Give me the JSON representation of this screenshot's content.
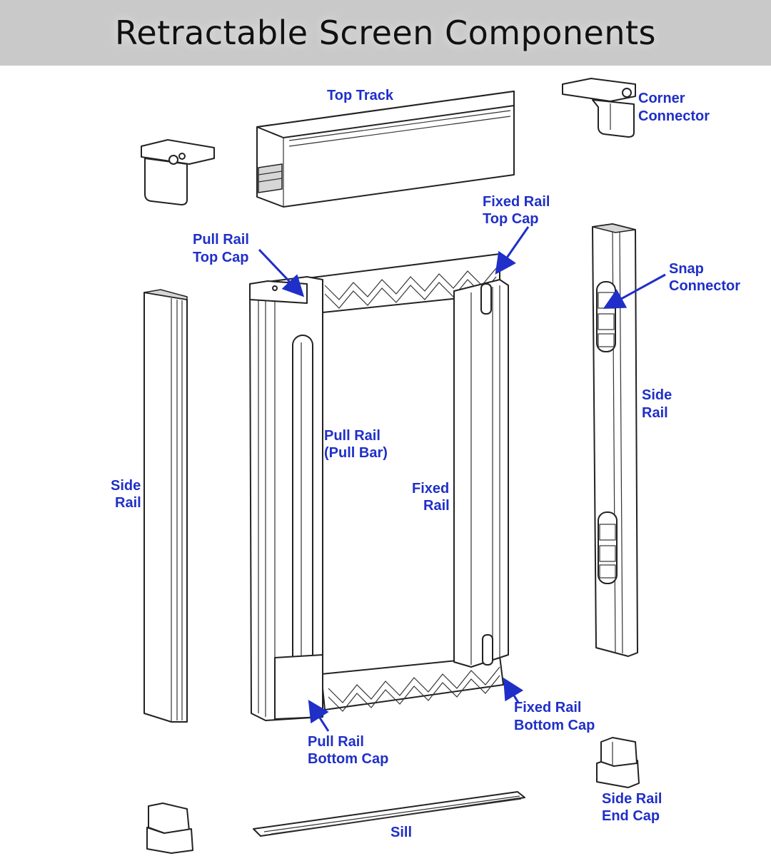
{
  "title": "Retractable Screen Components",
  "colors": {
    "label": "#1f2fc8",
    "title_bar": "#c9c9c9",
    "outline": "#222222"
  },
  "labels": {
    "top_track": "Top Track",
    "corner_connector": [
      "Corner",
      "Connector"
    ],
    "fixed_rail_top_cap": [
      "Fixed Rail",
      "Top Cap"
    ],
    "pull_rail_top_cap": [
      "Pull Rail",
      "Top Cap"
    ],
    "snap_connector": [
      "Snap",
      "Connector"
    ],
    "side_rail_right": [
      "Side",
      "Rail"
    ],
    "pull_rail": [
      "Pull Rail",
      "(Pull Bar)"
    ],
    "fixed_rail": [
      "Fixed",
      "Rail"
    ],
    "side_rail_left": [
      "Side",
      "Rail"
    ],
    "fixed_rail_bottom_cap": [
      "Fixed Rail",
      "Bottom Cap"
    ],
    "pull_rail_bottom_cap": [
      "Pull Rail",
      "Bottom Cap"
    ],
    "side_rail_end_cap": [
      "Side Rail",
      "End Cap"
    ],
    "sill": "Sill"
  }
}
